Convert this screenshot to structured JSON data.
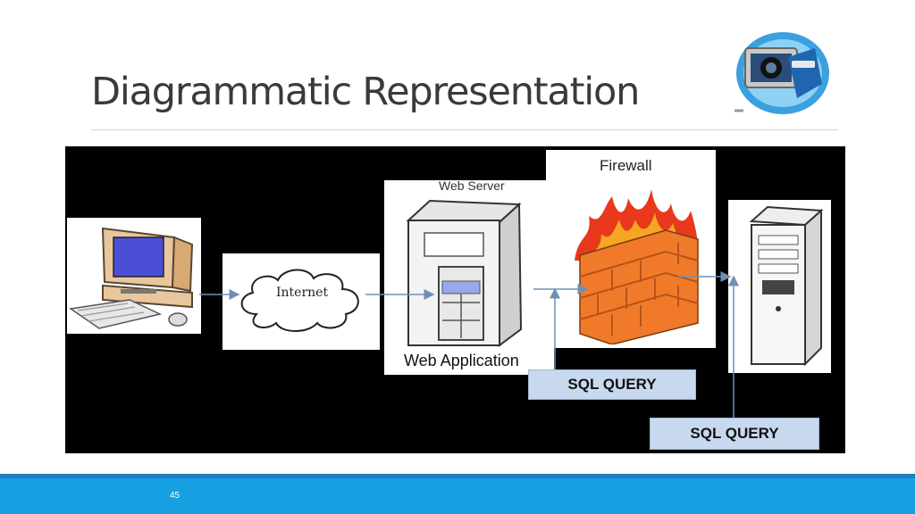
{
  "slide": {
    "title": "Diagrammatic Representation",
    "page_number": "45"
  },
  "diagram": {
    "internet_label": "Internet",
    "web_server_label": "Web Server",
    "web_application_label": "Web Application",
    "firewall_label": "Firewall",
    "sql_query_1": "SQL QUERY",
    "sql_query_2": "SQL QUERY"
  },
  "colors": {
    "footer": "#16a0e2",
    "footer_line": "#1e7fc0",
    "sql_box": "#c8d9ef",
    "brick": "#f07a2a",
    "arrow": "#6f8fb5"
  }
}
